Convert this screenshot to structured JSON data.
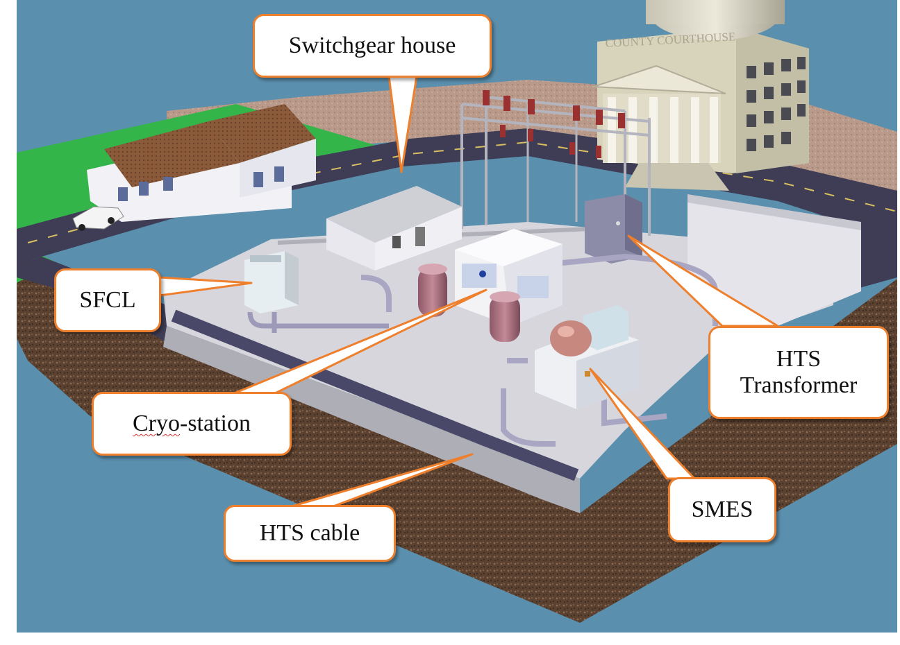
{
  "labels": {
    "switchgear": "Switchgear house",
    "sfcl": "SFCL",
    "cryo_word": "Cryo",
    "cryo_rest": "-station",
    "hts_transformer_line1": "HTS",
    "hts_transformer_line2": "Transformer",
    "smes": "SMES",
    "hts_cable": "HTS cable"
  },
  "building_sign": "COUNTY COURTHOUSE",
  "colors": {
    "background": "#5a8fad",
    "callout_border": "#ee7f2d",
    "leader": "#ee7f2d",
    "soil": "#5a4030",
    "road": "#3e3d55",
    "grass": "#33b54a",
    "pad": "#d8d8dc",
    "tank": "#b87a8a"
  },
  "icons": [
    "house-icon",
    "car-icon",
    "courthouse-icon",
    "switchgear-house-icon",
    "substation-tower-icon",
    "sfcl-unit-icon",
    "cryo-station-icon",
    "smes-unit-icon",
    "transformer-icon"
  ]
}
